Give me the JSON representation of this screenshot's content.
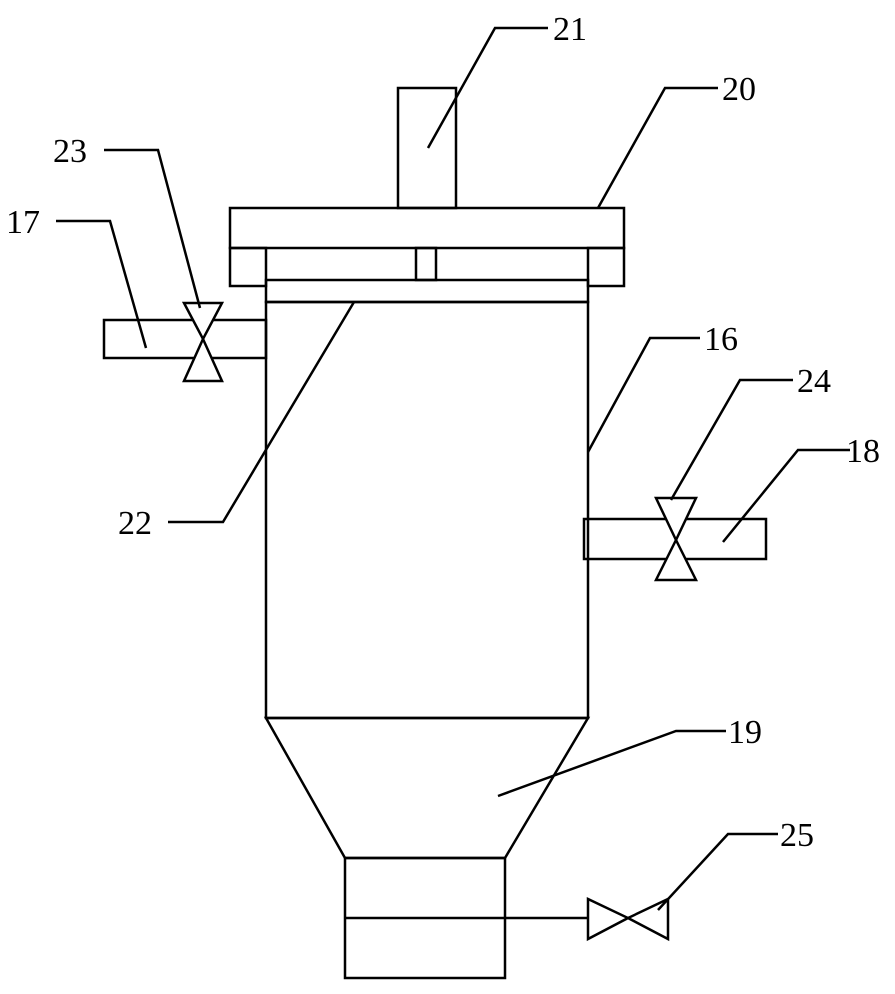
{
  "reference_numerals": {
    "n16": "16",
    "n17": "17",
    "n18": "18",
    "n19": "19",
    "n20": "20",
    "n21": "21",
    "n22": "22",
    "n23": "23",
    "n24": "24",
    "n25": "25"
  }
}
